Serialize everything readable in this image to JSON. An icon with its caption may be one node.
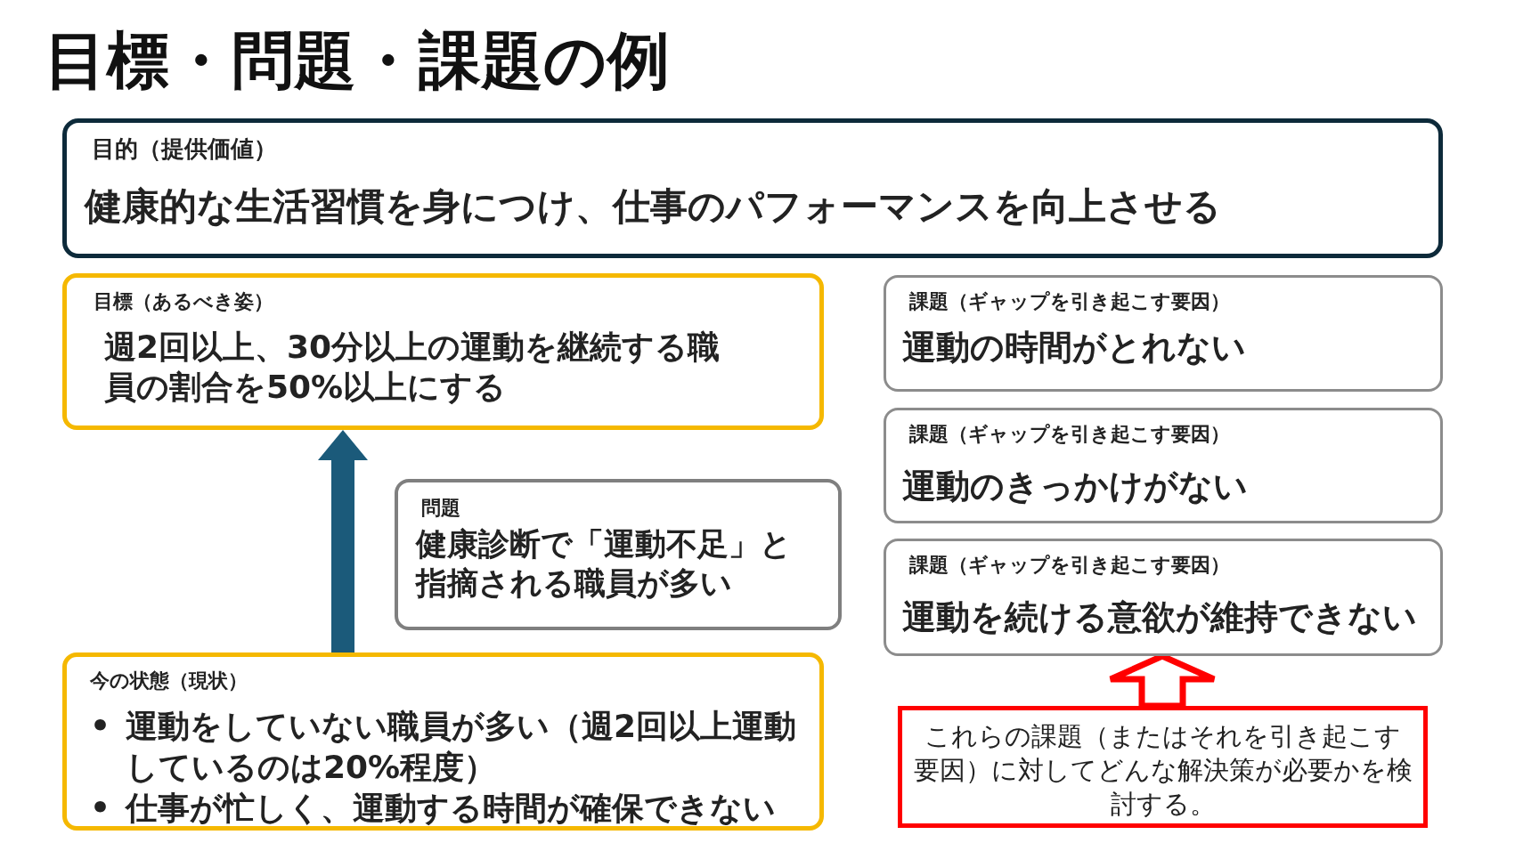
{
  "diagram": {
    "title": "目標・問題・課題の例",
    "nodes": [
      {
        "text": [
          "目的（提供価値）",
          "健康的な生活習慣を身につけ、仕事のパフォーマンスを向上させる"
        ]
      },
      {
        "text": [
          "目標（あるべき姿）",
          "週2回以上、30分以上の運動を継続する職員の割合を50%以上にする"
        ]
      },
      {
        "text": [
          "問題",
          "健康診断で「運動不足」と指摘される職員が多い"
        ]
      },
      {
        "text": [
          "今の状態（現状）",
          "運動をしていない職員が多い（週2回以上運動しているのは20%程度）",
          "仕事が忙しく、運動する時間が確保できない"
        ]
      },
      {
        "text": [
          "課題（ギャップを引き起こす要因）",
          "運動の時間がとれない"
        ]
      },
      {
        "text": [
          "課題（ギャップを引き起こす要因）",
          "運動のきっかけがない"
        ]
      },
      {
        "text": [
          "課題（ギャップを引き起こす要因）",
          "運動を続ける意欲が維持できない"
        ]
      },
      {
        "text": [
          "これらの課題（またはそれを引き起こす要因）に対してどんな解決策が必要かを検討する。"
        ]
      }
    ],
    "edges": [
      {
        "from": 3,
        "to": 1,
        "arrow": "to",
        "style": "thick",
        "color": "#1b5a7a"
      },
      {
        "from": 7,
        "to": 6,
        "arrow": "to",
        "style": "thick",
        "color": "#ff0000"
      }
    ],
    "labels": [
      "•",
      "•"
    ]
  }
}
